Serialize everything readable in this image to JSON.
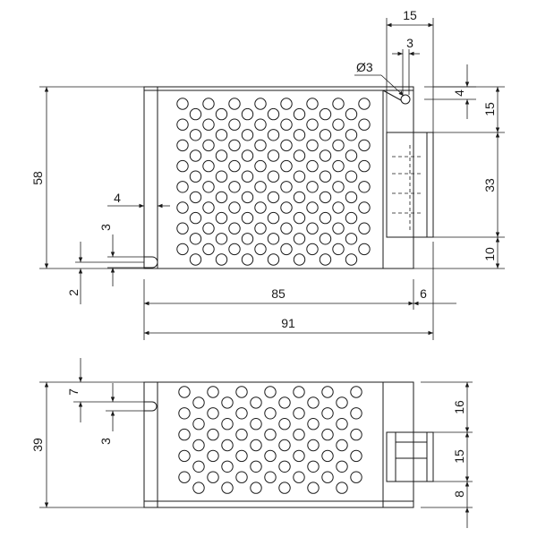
{
  "top_view": {
    "dimensions": {
      "slot_width_total": "15",
      "slot_inner": "3",
      "hole_diameter": "Ø3",
      "hole_offset": "4",
      "right_top": "15",
      "terminal_height": "33",
      "right_bottom": "10",
      "overall_height": "58",
      "wall_offset": "4",
      "notch_height": "3",
      "notch_offset": "2",
      "body_length": "85",
      "terminal_length": "6",
      "overall_length": "91"
    }
  },
  "side_view": {
    "dimensions": {
      "notch_top": "7",
      "notch_height": "3",
      "overall_height": "39",
      "right_top": "16",
      "terminal_height": "15",
      "right_bottom": "8"
    }
  },
  "colors": {
    "line": "#1a1a1a",
    "background": "#ffffff"
  }
}
